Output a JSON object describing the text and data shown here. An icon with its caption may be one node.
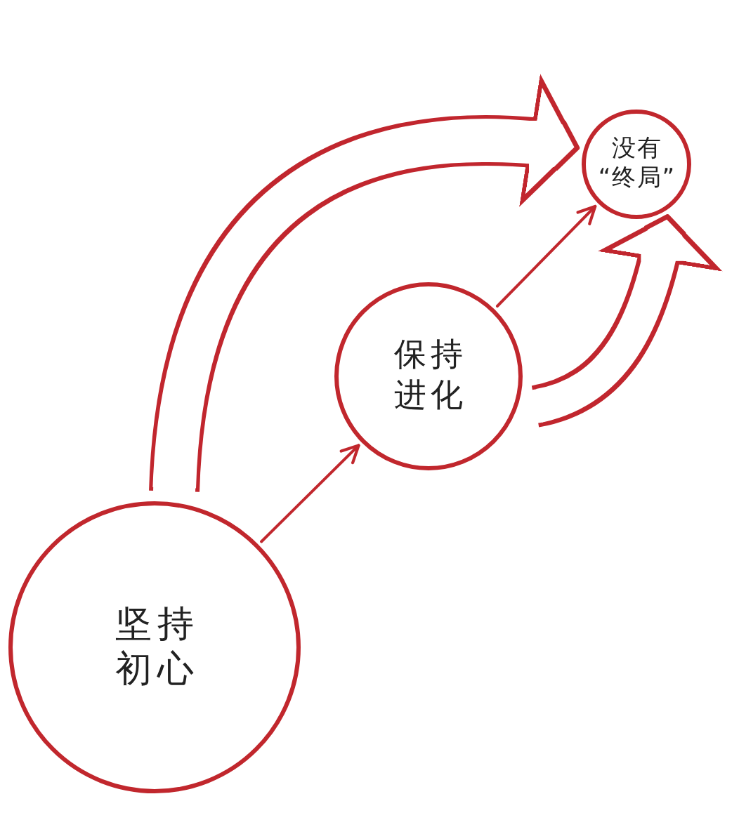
{
  "diagram": {
    "nodes": [
      {
        "text": [
          "坚持初心"
        ]
      },
      {
        "text": [
          "保持进化"
        ]
      },
      {
        "text": [
          "没有“终局”"
        ]
      }
    ],
    "edges": [
      {
        "from": 0,
        "to": 1,
        "arrow": "to"
      },
      {
        "from": 1,
        "to": 2,
        "arrow": "to"
      },
      {
        "from": 0,
        "to": 2,
        "arrow": "to",
        "style": "thick"
      },
      {
        "from": 1,
        "to": 2,
        "arrow": "to",
        "style": "thick"
      }
    ]
  }
}
